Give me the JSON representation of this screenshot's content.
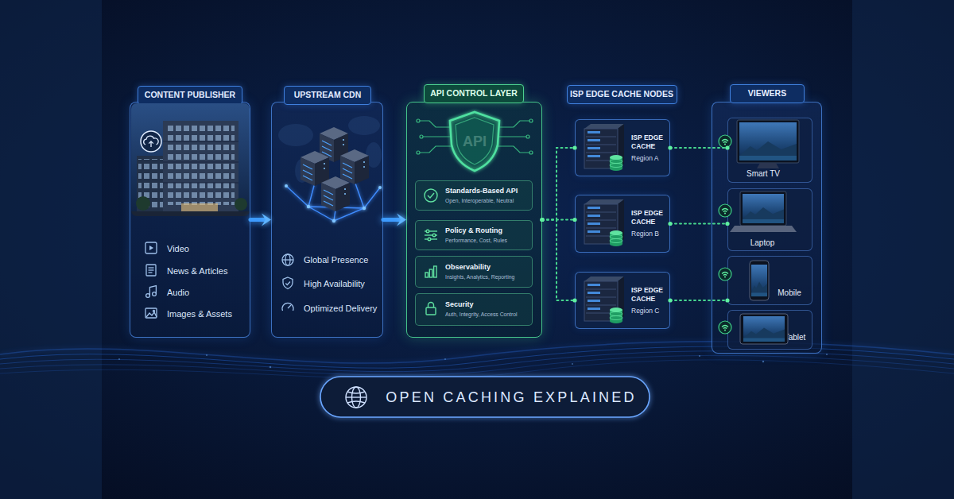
{
  "diagram": {
    "title": "OPEN CACHING EXPLAINED",
    "nodes": [
      {
        "text": [
          "CONTENT PUBLISHER",
          "Video",
          "News & Articles",
          "Audio",
          "Images & Assets"
        ]
      },
      {
        "text": [
          "UPSTREAM CDN",
          "Global Presence",
          "High Availability",
          "Optimized Delivery"
        ]
      },
      {
        "text": [
          "API CONTROL LAYER",
          "API"
        ]
      },
      {
        "text": [
          "Standards-Based API",
          "Open, Interoperable, Neutral"
        ],
        "in": 2
      },
      {
        "text": [
          "Policy & Routing",
          "Performance, Cost, Rules"
        ],
        "in": 2
      },
      {
        "text": [
          "Observability",
          "Insights, Analytics, Reporting"
        ],
        "in": 2
      },
      {
        "text": [
          "Security",
          "Auth, Integrity, Access Control"
        ],
        "in": 2
      },
      {
        "text": [
          "ISP EDGE CACHE NODES"
        ]
      },
      {
        "text": [
          "ISP EDGE CACHE",
          "Region A"
        ]
      },
      {
        "text": [
          "ISP EDGE CACHE",
          "Region B"
        ]
      },
      {
        "text": [
          "ISP EDGE CACHE",
          "Region C"
        ]
      },
      {
        "text": [
          "VIEWERS"
        ]
      },
      {
        "text": [
          "Smart TV"
        ],
        "in": 11
      },
      {
        "text": [
          "Laptop"
        ],
        "in": 11
      },
      {
        "text": [
          "Mobile"
        ],
        "in": 11
      },
      {
        "text": [
          "Tablet"
        ],
        "in": 11
      }
    ],
    "edges": [
      {
        "from": 0,
        "to": 1,
        "arrow": "to"
      },
      {
        "from": 1,
        "to": 2,
        "arrow": "to"
      },
      {
        "from": 2,
        "to": 8,
        "arrow": "none"
      },
      {
        "from": 2,
        "to": 9,
        "arrow": "none"
      },
      {
        "from": 2,
        "to": 10,
        "arrow": "none"
      },
      {
        "from": 8,
        "to": 12,
        "arrow": "none"
      },
      {
        "from": 9,
        "to": 13,
        "arrow": "none"
      },
      {
        "from": 10,
        "to": 14,
        "arrow": "none"
      }
    ]
  }
}
